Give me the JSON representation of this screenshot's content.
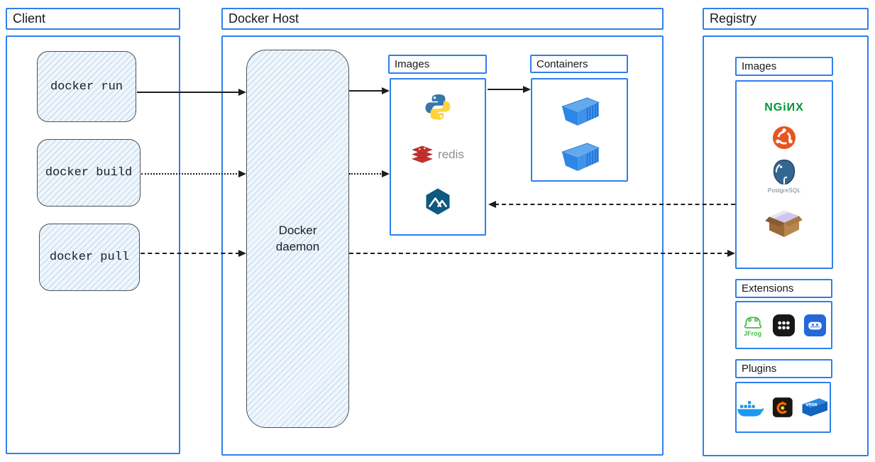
{
  "client": {
    "title": "Client",
    "commands": [
      "docker run",
      "docker build",
      "docker pull"
    ]
  },
  "host": {
    "title": "Docker Host",
    "daemon_label": "Docker daemon",
    "images_label": "Images",
    "containers_label": "Containers",
    "images": [
      "python",
      "redis",
      "alpine"
    ],
    "redis_text": "redis",
    "container_count": 2
  },
  "registry": {
    "title": "Registry",
    "images_label": "Images",
    "extensions_label": "Extensions",
    "plugins_label": "Plugins",
    "images": [
      "nginx",
      "ubuntu",
      "postgresql",
      "package-box"
    ],
    "nginx_text": "NGiИX",
    "postgresql_text": "PostgreSQL",
    "extensions": [
      "jfrog",
      "app-grid",
      "disk-usage"
    ],
    "jfrog_text": "JFrog",
    "plugins": [
      "docker-whale",
      "grafana",
      "vmware"
    ],
    "vmware_text": "vmw"
  },
  "connections": [
    {
      "from": "docker run",
      "to": "Docker daemon",
      "style": "solid"
    },
    {
      "from": "docker build",
      "to": "Docker daemon",
      "style": "dotted"
    },
    {
      "from": "docker pull",
      "to": "Docker daemon",
      "style": "dashed"
    },
    {
      "from": "Docker daemon",
      "to": "Images",
      "style": "solid"
    },
    {
      "from": "Docker daemon",
      "to": "Images",
      "style": "dotted"
    },
    {
      "from": "Images",
      "to": "Containers",
      "style": "solid"
    },
    {
      "from": "Registry Images",
      "to": "Images",
      "style": "dashed"
    },
    {
      "from": "Docker daemon",
      "to": "Registry Images",
      "style": "dashed"
    }
  ],
  "colors": {
    "frame_blue": "#2f80ed",
    "sketch_border": "#4d5157",
    "sketch_fill": "#eff6fc",
    "arrow": "#1d1d1d",
    "nginx_green": "#009639",
    "ubuntu_orange": "#e95420",
    "redis_red": "#c6302b",
    "alpine_teal": "#0d597f",
    "container_blue": "#3e8fe6",
    "jfrog_green": "#43be47"
  }
}
